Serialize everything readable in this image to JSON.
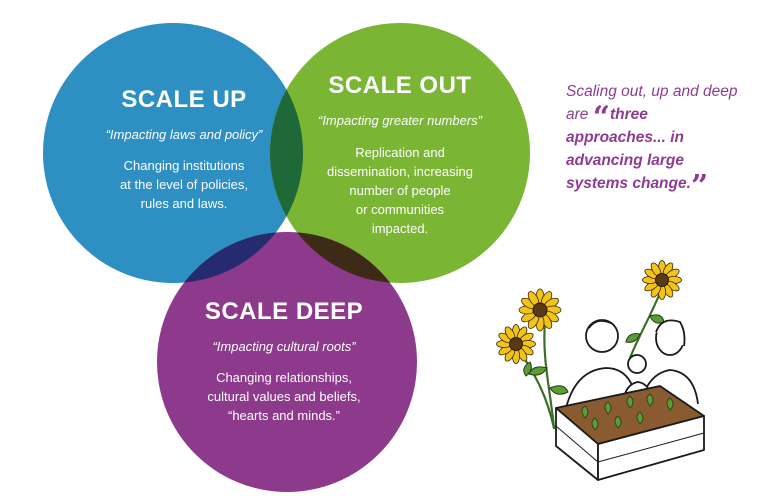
{
  "colors": {
    "scale_up": "#2e8fc2",
    "scale_out": "#7ab534",
    "scale_deep": "#8d3a8d",
    "overlap_up_out": "#1f6838",
    "overlap_up_deep": "#262a6e",
    "overlap_out_deep": "#3e2b17",
    "quote_text": "#8e3c93"
  },
  "scale_up": {
    "title": "SCALE UP",
    "subtitle": "“Impacting laws and policy”",
    "description_lines": [
      "Changing institutions",
      "at the level of policies,",
      "rules and laws."
    ]
  },
  "scale_out": {
    "title": "SCALE OUT",
    "subtitle": "“Impacting greater numbers”",
    "description_lines": [
      "Replication and",
      "dissemination, increasing",
      "number of people",
      "or communities",
      "impacted."
    ]
  },
  "scale_deep": {
    "title": "SCALE DEEP",
    "subtitle": "“Impacting cultural roots”",
    "description_lines": [
      "Changing relationships,",
      "cultural values and beliefs,",
      "“hearts and minds.”"
    ]
  },
  "quote": {
    "lead": "Scaling out, up and deep are",
    "open_mark": "“",
    "emphasis": "three approaches... in advancing large systems change.",
    "close_mark": "”"
  },
  "illustration": {
    "subject": "family-gardening-sketch",
    "icons": [
      "sunflower-icon",
      "planter-box-icon",
      "adult-figure-icon",
      "child-figure-icon"
    ]
  }
}
